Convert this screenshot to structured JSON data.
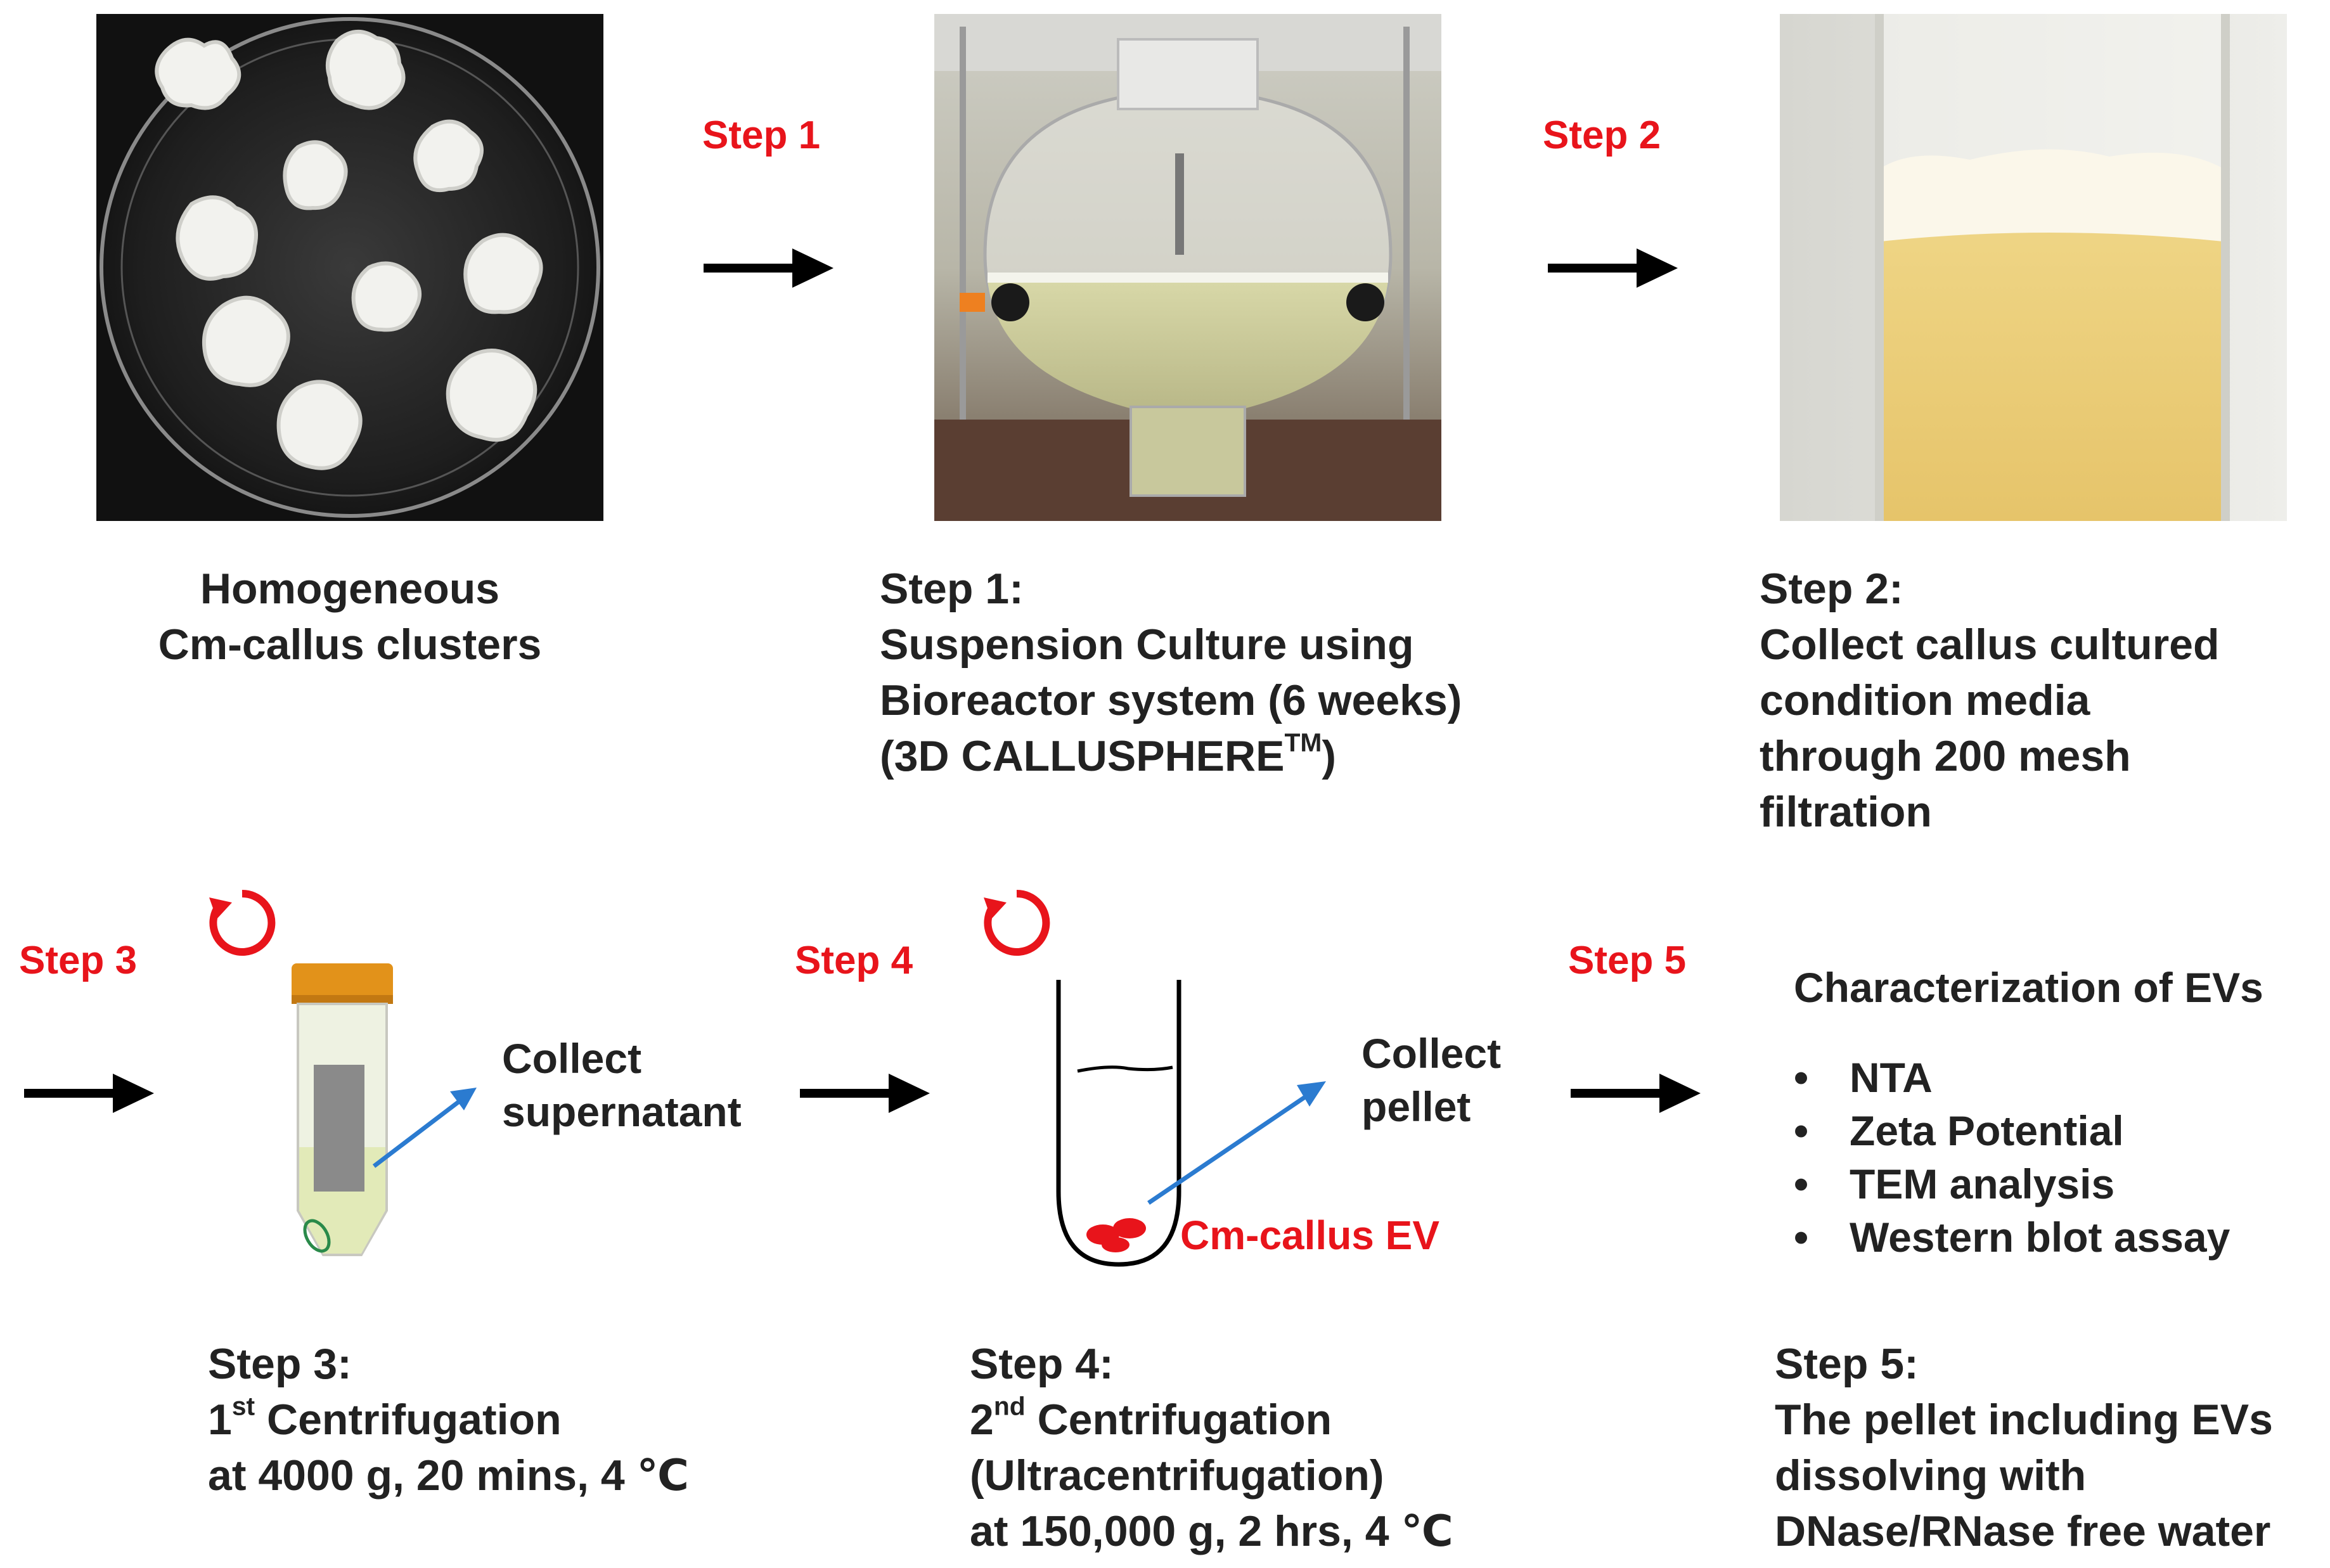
{
  "top_labels": {
    "step1": "Step 1",
    "step2": "Step 2"
  },
  "bottom_labels": {
    "step3": "Step 3",
    "step4": "Step 4",
    "step5": "Step 5"
  },
  "captions": {
    "clusters": [
      "Homogeneous",
      "Cm-callus  clusters"
    ],
    "step1": {
      "head": "Step 1:",
      "line1": "Suspension  Culture  using",
      "line2": "Bioreactor system (6 weeks)",
      "line3_main": "(3D CALLUSPHERE",
      "line3_sup": "TM",
      "line3_end": ")"
    },
    "step2": {
      "head": "Step 2:",
      "lines": [
        "Collect  callus  cultured",
        "condition  media",
        "through  200 mesh",
        "filtration"
      ]
    },
    "step3": {
      "head": "Step 3:",
      "line1_pre": "1",
      "line1_sup": "st",
      "line1_main": " Centrifugation",
      "line2": "at 4000 g,  20 mins,  4 ℃"
    },
    "step4": {
      "head": "Step 4:",
      "line1_pre": "2",
      "line1_sup": "nd",
      "line1_main": " Centrifugation",
      "line2": "(Ultracentrifugation)",
      "line3": "at 150,000 g,  2 hrs,  4 ℃"
    },
    "step5": {
      "head": "Step 5:",
      "lines": [
        "The pellet  including  EVs",
        "dissolving  with",
        "DNase/RNase free water"
      ]
    }
  },
  "annotations": {
    "collect_supernatant": [
      "Collect",
      "supernatant"
    ],
    "collect_pellet": [
      "Collect",
      "pellet"
    ],
    "ev_label": "Cm-callus EV"
  },
  "characterization": {
    "title": "Characterization  of EVs",
    "items": [
      "NTA",
      "Zeta  Potential",
      "TEM analysis",
      "Western blot  assay"
    ]
  },
  "colors": {
    "step_red": "#e8141b",
    "text": "#222222",
    "arrow": "#000000",
    "blue_arrow": "#2b7bd0",
    "pellet": "#e8141b"
  }
}
